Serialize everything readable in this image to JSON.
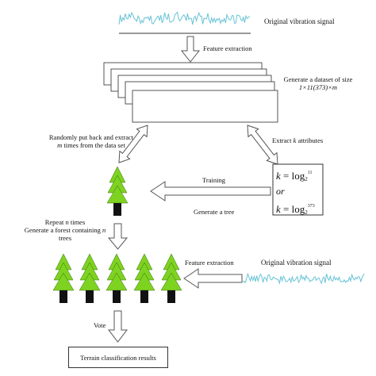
{
  "signal_top_label": "Original vibration signal",
  "feature_extraction_top": "Feature extraction",
  "dataset_label_line1": "Generate a dataset of size",
  "dataset_label_line2": "1×11(373)×m",
  "random_label_line1": "Randomly put back and extract",
  "random_label_line2_var": "m",
  "random_label_line2_rest": " times from the data set",
  "extract_label_prefix": "Extract ",
  "extract_label_var": "k",
  "extract_label_suffix": " attributes",
  "formula": {
    "k_var": "k",
    "eq": " = log",
    "base": "2",
    "exp1": "11",
    "or_text": "or",
    "exp2": "373"
  },
  "training_label": "Training",
  "generate_tree_label": "Generate a tree",
  "repeat_line1_prefix": "Repeat ",
  "repeat_line1_var": "n",
  "repeat_line1_suffix": " times",
  "repeat_line2_prefix": "Generate a forest containing ",
  "repeat_line2_var": "n",
  "repeat_line3": "trees",
  "feature_extraction_bottom": "Feature extraction",
  "signal_bottom_label": "Original vibration signal",
  "vote_label": "Vote",
  "result_label": "Terrain classification results",
  "colors": {
    "tree_green": "#7ed321",
    "trunk": "#111111",
    "signal": "#67c3d6",
    "stroke": "#555555"
  }
}
